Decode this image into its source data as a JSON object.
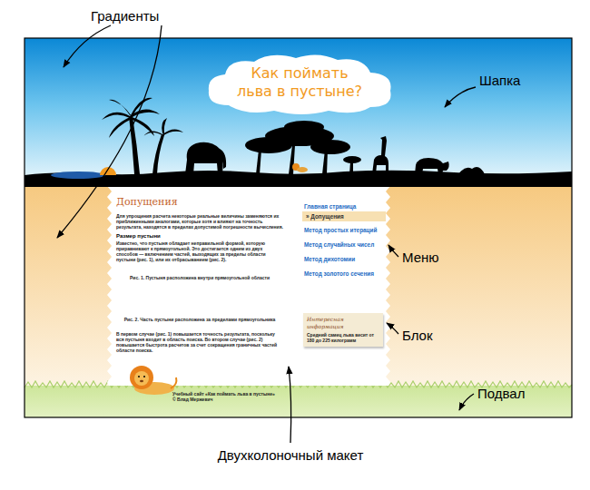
{
  "diagram": {
    "nodes": [
      {
        "text": [
          "Как поймать льва в пустыне?"
        ]
      },
      {
        "text": [
          "Допущения",
          "Для упрощения расчета некоторые реальные величины заменяются их приближенными аналогами, которые хотя и влияют на точность результата, находятся в пределах допустимой погрешности вычисления.",
          "Размер пустыни",
          "Известно, что пустыня обладает неправильной формой, которую приравнивают к прямоугольной. Это достигается одним из двух способов — включением частей, выходящих за пределы области пустыни (рис. 1), или их отбрасыванием (рис. 2).",
          "Рис. 1. Пустыня расположена внутри прямоугольной области",
          "Рис. 2. Часть пустыни расположена за пределами прямоугольника",
          "В первом случае (рис. 1) повышается точность результата, поскольку вся пустыня входит в область поиска. Во втором случае (рис. 2) повышается быстрота расчетов за счет сокращения граничных частей области поиска.",
          "Главная страница",
          "Метод простых итераций",
          "Метод случайных чисел",
          "Метод дихотомии",
          "Метод золотого сечения"
        ]
      },
      {
        "text": [
          "» Допущения"
        ],
        "in": 1
      },
      {
        "text": [
          "Интересная информация",
          "Средний самец льва весит от 180 до 225 килограмм"
        ],
        "in": 1
      },
      {
        "text": [
          "Учебный сайт «Как поймать льва в пустыне»",
          "© Влад Мержевич"
        ]
      }
    ],
    "labels": [
      "Градиенты",
      "Шапка",
      "Меню",
      "Блок",
      "Подвал",
      "Двухколоночный макет"
    ]
  }
}
